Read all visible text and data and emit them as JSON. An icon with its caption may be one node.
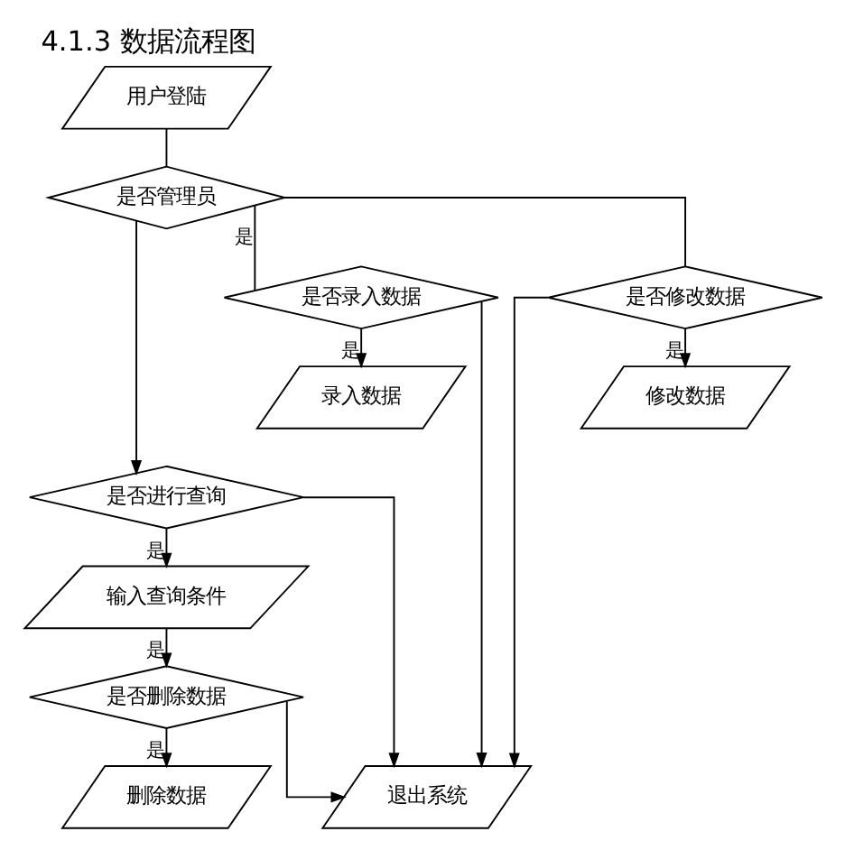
{
  "diagram": {
    "title": "4.1.3 数据流程图",
    "nodes": [
      {
        "text": [
          "用户登陆"
        ]
      },
      {
        "text": [
          "是否管理员"
        ]
      },
      {
        "text": [
          "是否录入数据"
        ]
      },
      {
        "text": [
          "录入数据"
        ]
      },
      {
        "text": [
          "是否修改数据"
        ]
      },
      {
        "text": [
          "修改数据"
        ]
      },
      {
        "text": [
          "是否进行查询"
        ]
      },
      {
        "text": [
          "输入查询条件"
        ]
      },
      {
        "text": [
          "是否删除数据"
        ]
      },
      {
        "text": [
          "删除数据"
        ]
      },
      {
        "text": [
          "退出系统"
        ]
      }
    ],
    "edges": [
      {
        "from": 0,
        "to": 1,
        "arrow": "none"
      },
      {
        "from": 1,
        "to": 6,
        "arrow": "to"
      },
      {
        "from": 1,
        "to": 2,
        "arrow": "none",
        "label": "是"
      },
      {
        "from": 1,
        "to": 4,
        "arrow": "none"
      },
      {
        "from": 2,
        "to": 3,
        "arrow": "to",
        "label": "是"
      },
      {
        "from": 4,
        "to": 5,
        "arrow": "to",
        "label": "是"
      },
      {
        "from": 2,
        "to": 10,
        "arrow": "to"
      },
      {
        "from": 4,
        "to": 10,
        "arrow": "to"
      },
      {
        "from": 6,
        "to": 7,
        "arrow": "to",
        "label": "是"
      },
      {
        "from": 7,
        "to": 8,
        "arrow": "to",
        "label": "是"
      },
      {
        "from": 8,
        "to": 9,
        "arrow": "to",
        "label": "是"
      },
      {
        "from": 6,
        "to": 10,
        "arrow": "to"
      },
      {
        "from": 8,
        "to": 10,
        "arrow": "to"
      }
    ]
  }
}
